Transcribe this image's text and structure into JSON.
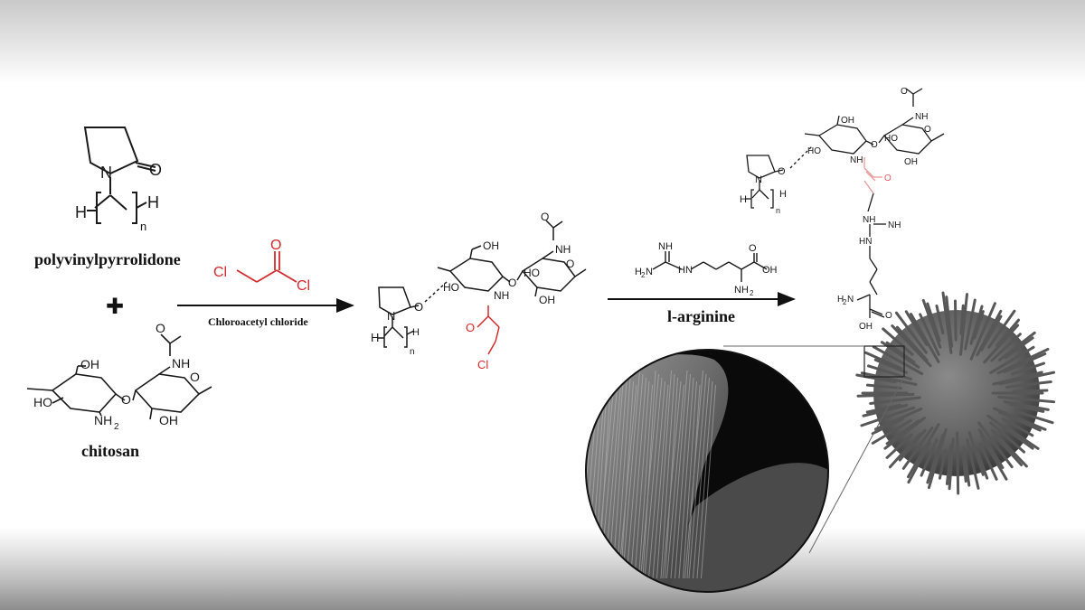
{
  "reactant_1": {
    "name": "polyvinylpyrrolidone"
  },
  "reactant_2": {
    "name": "chitosan"
  },
  "operator": {
    "plus": "✚"
  },
  "reagent_1": {
    "name": "Chloroacetyl chloride"
  },
  "reagent_2": {
    "name": "l-arginine"
  },
  "atoms": {
    "N": "N",
    "O": "O",
    "H": "H",
    "n": "n",
    "Cl": "Cl",
    "OH": "OH",
    "HO": "HO",
    "NH": "NH",
    "NH2": "NH",
    "H2N": "H",
    "sub2": "2",
    "NH_imine": "NH",
    "HN": "HN"
  },
  "colors": {
    "reactive_group": "#d12b2b",
    "bond": "#1a1a1a",
    "microsphere": "#6a6a6a"
  }
}
